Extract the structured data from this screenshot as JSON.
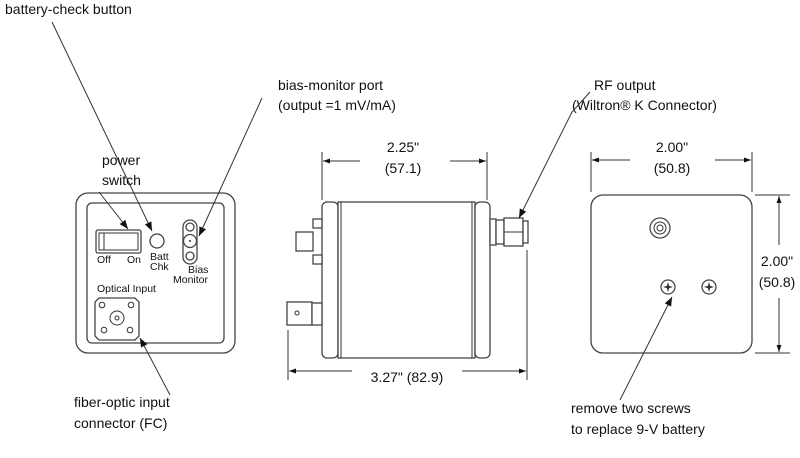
{
  "callouts": {
    "battery_check": "battery-check button",
    "bias_monitor_1": "bias-monitor port",
    "bias_monitor_2": "(output =1 mV/mA)",
    "rf_output_1": "RF output",
    "rf_output_2": "(Wiltron® K Connector)",
    "power_1": "power",
    "power_2": "switch",
    "fiber_1": "fiber-optic input",
    "fiber_2": "connector (FC)",
    "screws_1": "remove two screws",
    "screws_2": "to replace 9-V battery"
  },
  "front_panel": {
    "off": "Off",
    "on": "On",
    "batt_1": "Batt",
    "batt_2": "Chk",
    "bias_1": "Bias",
    "bias_2": "Monitor",
    "optical": "Optical Input"
  },
  "dimensions": {
    "side_width_in": "2.25\"",
    "side_width_mm": "(57.1)",
    "side_length": "3.27\" (82.9)",
    "back_width_in": "2.00\"",
    "back_width_mm": "(50.8)",
    "back_height_in": "2.00\"",
    "back_height_mm": "(50.8)"
  }
}
